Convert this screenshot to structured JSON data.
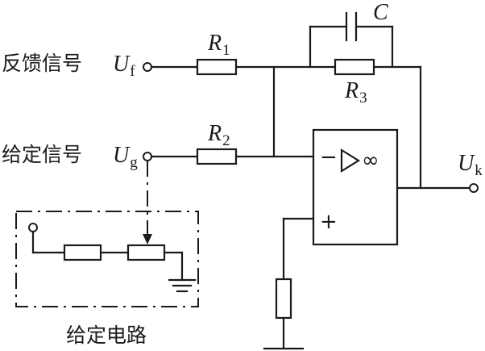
{
  "labels": {
    "feedback_signal": "反馈信号",
    "given_signal": "给定信号",
    "given_circuit": "给定电路"
  },
  "symbols": {
    "uf": {
      "main": "U",
      "sub": "f"
    },
    "ug": {
      "main": "U",
      "sub": "g"
    },
    "uk": {
      "main": "U",
      "sub": "k"
    },
    "r1": {
      "main": "R",
      "sub": "1"
    },
    "r2": {
      "main": "R",
      "sub": "2"
    },
    "r3": {
      "main": "R",
      "sub": "3"
    },
    "c": "C"
  },
  "opamp": {
    "minus": "−",
    "plus": "+",
    "infinity": "∞"
  }
}
